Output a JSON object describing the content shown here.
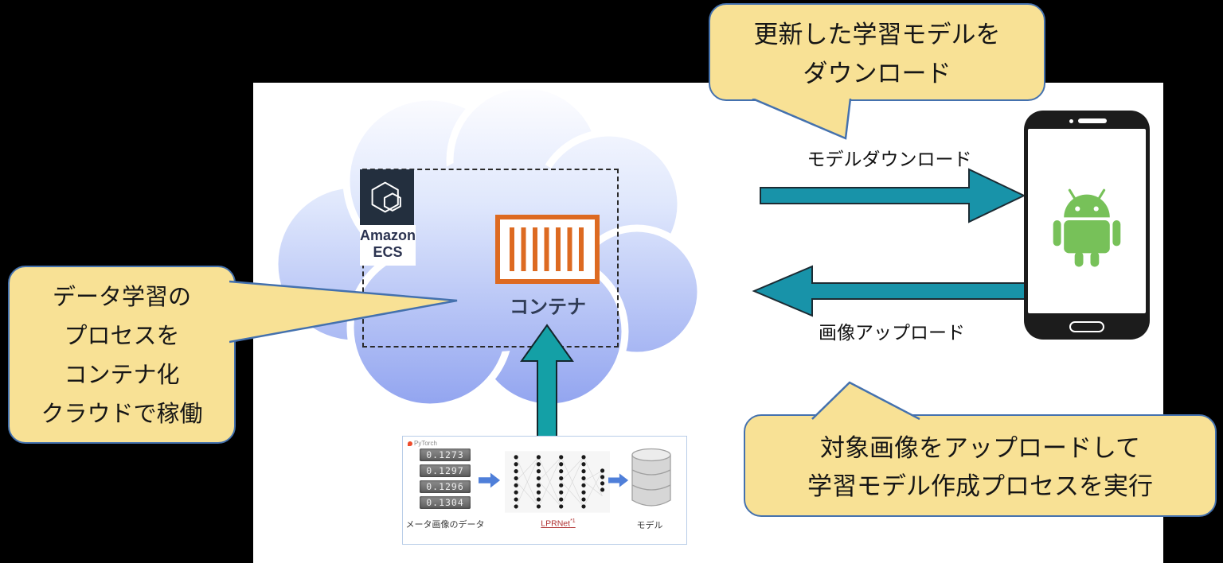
{
  "bubbles": {
    "top": {
      "lines": [
        "更新した学習モデルを",
        "ダウンロード"
      ]
    },
    "left": {
      "lines": [
        "データ学習の",
        "プロセスを",
        "コンテナ化",
        "クラウドで稼働"
      ]
    },
    "bottom_right": {
      "lines": [
        "対象画像をアップロードして",
        "学習モデル作成プロセスを実行"
      ]
    }
  },
  "cloud": {
    "ecs_icon_label": [
      "Amazon",
      "ECS"
    ],
    "container_label": "コンテナ"
  },
  "arrows": {
    "download_label": "モデルダウンロード",
    "upload_label": "画像アップロード"
  },
  "pipeline": {
    "logo": "PyTorch",
    "meter_values": [
      "0.1273",
      "0.1297",
      "0.1296",
      "0.1304"
    ],
    "input_label": "メータ画像のデータ",
    "network_label": "LPRNet",
    "network_label_sup": "*1",
    "output_label": "モデル"
  },
  "colors": {
    "bubble_fill": "#F8E195",
    "bubble_border": "#4471AE",
    "teal_arrow": "#1893A9",
    "container_orange": "#DD6A21",
    "android_green": "#77C159",
    "ecs_navy": "#232F3E",
    "pipeline_arrow_blue": "#4F7FD9"
  }
}
